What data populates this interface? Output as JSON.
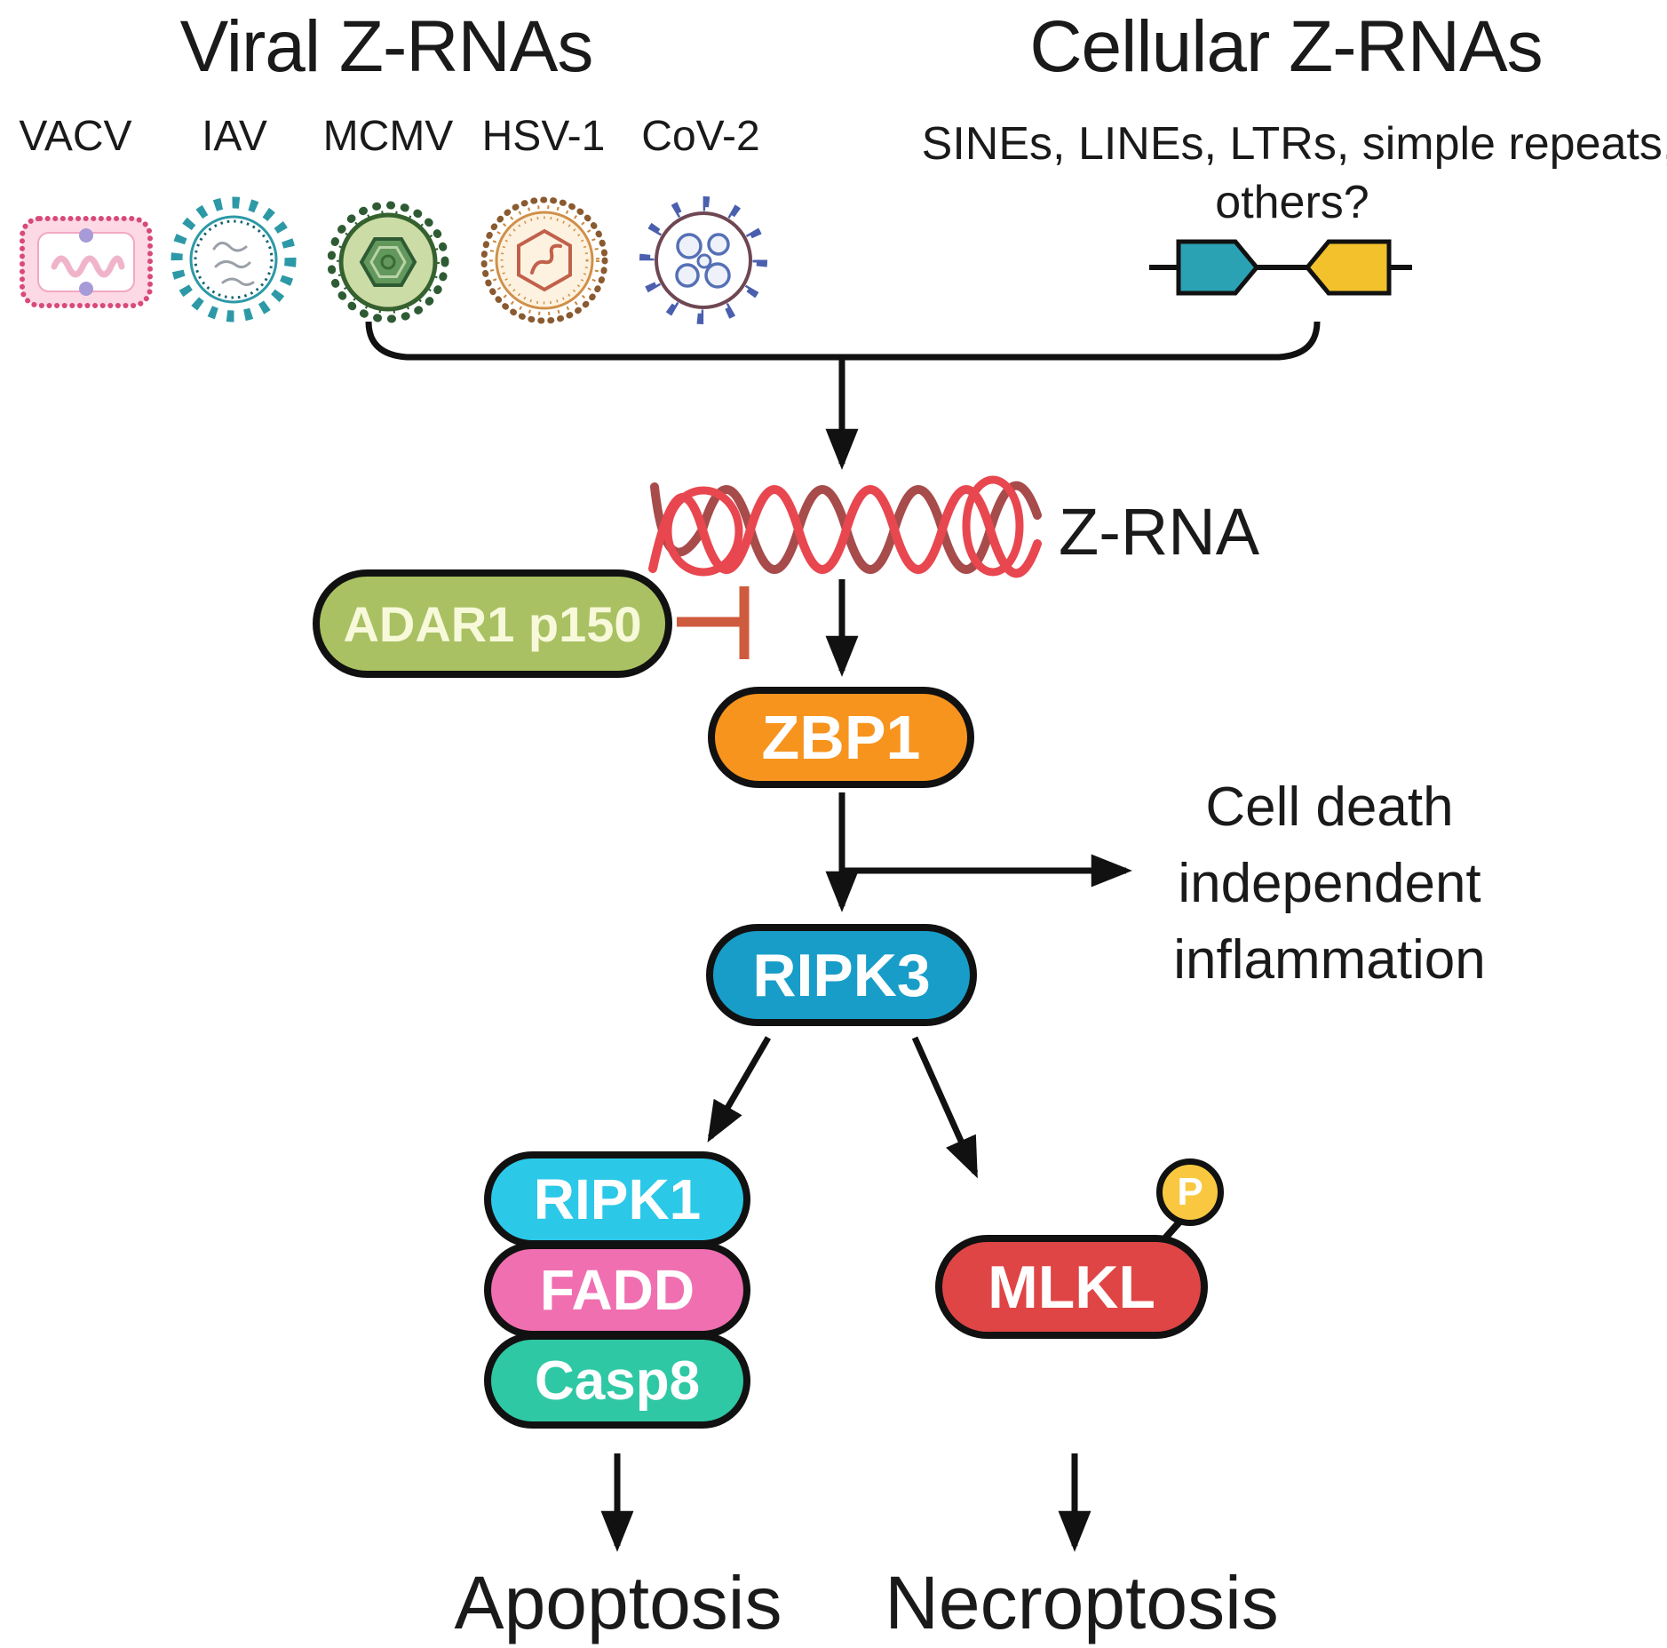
{
  "viral_section": {
    "title": "Viral Z-RNAs",
    "viruses": [
      {
        "name": "VACV"
      },
      {
        "name": "IAV"
      },
      {
        "name": "MCMV"
      },
      {
        "name": "HSV-1"
      },
      {
        "name": "CoV-2"
      }
    ]
  },
  "cellular_section": {
    "title": "Cellular Z-RNAs",
    "subtitle_line1": "SINEs, LINEs, LTRs, simple repeats,",
    "subtitle_line2": "others?",
    "gene_block_colors": {
      "forward": "#2aa2b4",
      "reverse": "#f2c12c"
    }
  },
  "zrna": {
    "label": "Z-RNA",
    "strand_colors": [
      "#e84750",
      "#a74b4b"
    ]
  },
  "nodes": {
    "adar1": {
      "label": "ADAR1 p150",
      "fill": "#a9c162"
    },
    "zbp1": {
      "label": "ZBP1",
      "fill": "#f7941e"
    },
    "ripk3": {
      "label": "RIPK3",
      "fill": "#189dc8"
    },
    "ripk1": {
      "label": "RIPK1",
      "fill": "#2bc8e8"
    },
    "fadd": {
      "label": "FADD",
      "fill": "#f06fb0"
    },
    "casp8": {
      "label": "Casp8",
      "fill": "#2fc8a5"
    },
    "mlkl": {
      "label": "MLKL",
      "fill": "#df4545"
    },
    "phospho": {
      "label": "P",
      "fill": "#f9c840"
    }
  },
  "branch_note": {
    "line1": "Cell death",
    "line2": "independent",
    "line3": "inflammation"
  },
  "outcomes": {
    "left": "Apoptosis",
    "right": "Necroptosis"
  },
  "inhibition_color": "#cf5b3e"
}
